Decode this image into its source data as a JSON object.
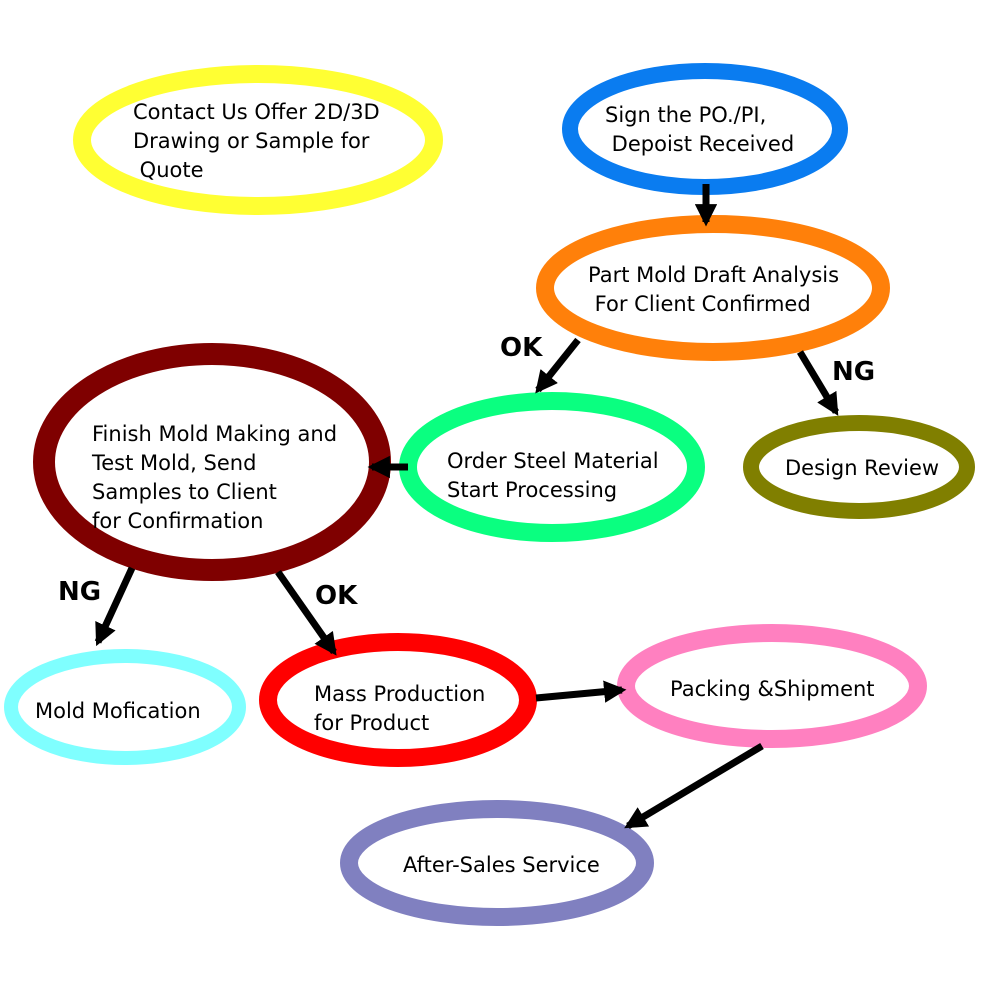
{
  "nodes": [
    {
      "id": "contact",
      "color": "#ffff33",
      "lines": [
        "Contact Us Offer 2D/3D",
        "Drawing or Sample for",
        " Quote"
      ]
    },
    {
      "id": "sign",
      "color": "#0a7cf0",
      "lines": [
        "Sign the PO./PI,",
        " Depoist Received"
      ]
    },
    {
      "id": "analysis",
      "color": "#ff800a",
      "lines": [
        "Part Mold Draft Analysis",
        " For Client Confirmed"
      ]
    },
    {
      "id": "finish",
      "color": "#7f0000",
      "lines": [
        "Finish Mold Making and",
        "Test Mold, Send",
        "Samples to Client",
        "for Confirmation"
      ]
    },
    {
      "id": "order",
      "color": "#0aff80",
      "lines": [
        "Order Steel Material",
        "Start Processing"
      ]
    },
    {
      "id": "design",
      "color": "#807f00",
      "lines": [
        "Design Review"
      ]
    },
    {
      "id": "modify",
      "color": "#7fffff",
      "lines": [
        "Mold Mofication"
      ]
    },
    {
      "id": "mass",
      "color": "#ff0000",
      "lines": [
        "Mass Production",
        "for Product"
      ]
    },
    {
      "id": "packing",
      "color": "#ff80c0",
      "lines": [
        "Packing &Shipment"
      ]
    },
    {
      "id": "aftersales",
      "color": "#8080c0",
      "lines": [
        "After-Sales Service"
      ]
    }
  ],
  "edges": [
    {
      "from": "sign",
      "to": "analysis",
      "label": ""
    },
    {
      "from": "analysis",
      "to": "order",
      "label": "OK"
    },
    {
      "from": "analysis",
      "to": "design",
      "label": "NG"
    },
    {
      "from": "order",
      "to": "finish",
      "label": ""
    },
    {
      "from": "finish",
      "to": "modify",
      "label": "NG"
    },
    {
      "from": "finish",
      "to": "mass",
      "label": "OK"
    },
    {
      "from": "mass",
      "to": "packing",
      "label": ""
    },
    {
      "from": "packing",
      "to": "aftersales",
      "label": ""
    }
  ]
}
